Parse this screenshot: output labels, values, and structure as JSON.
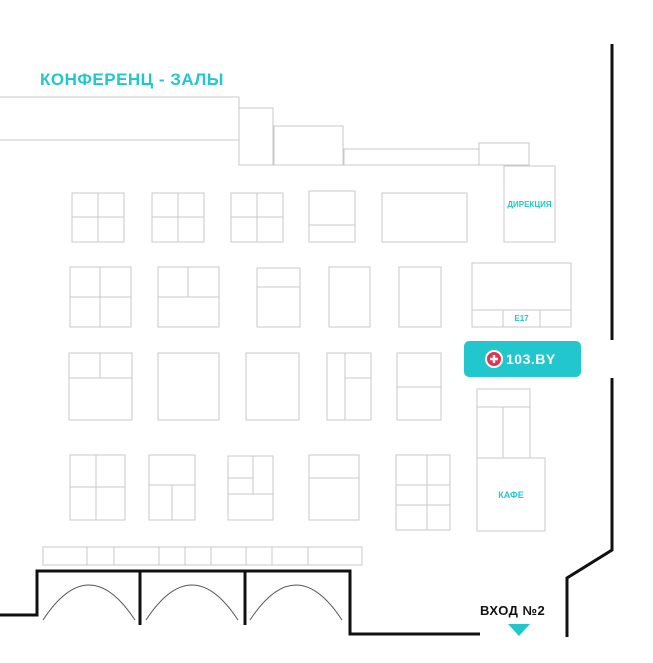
{
  "title": "КОНФЕРЕНЦ - ЗАЛЫ",
  "labels": {
    "direction": "ДИРЕКЦИЯ",
    "cafe": "КАФЕ",
    "entrance": "ВХОД №2"
  },
  "booth": {
    "code": "E17",
    "badge_text": "103.BY",
    "badge_icon": "plus-circle-icon"
  },
  "colors": {
    "accent": "#22C7CE",
    "badge_icon_bg": "#E8304F",
    "wall": "#111111",
    "outline": "#C8C8C8",
    "background": "#FFFFFF"
  }
}
